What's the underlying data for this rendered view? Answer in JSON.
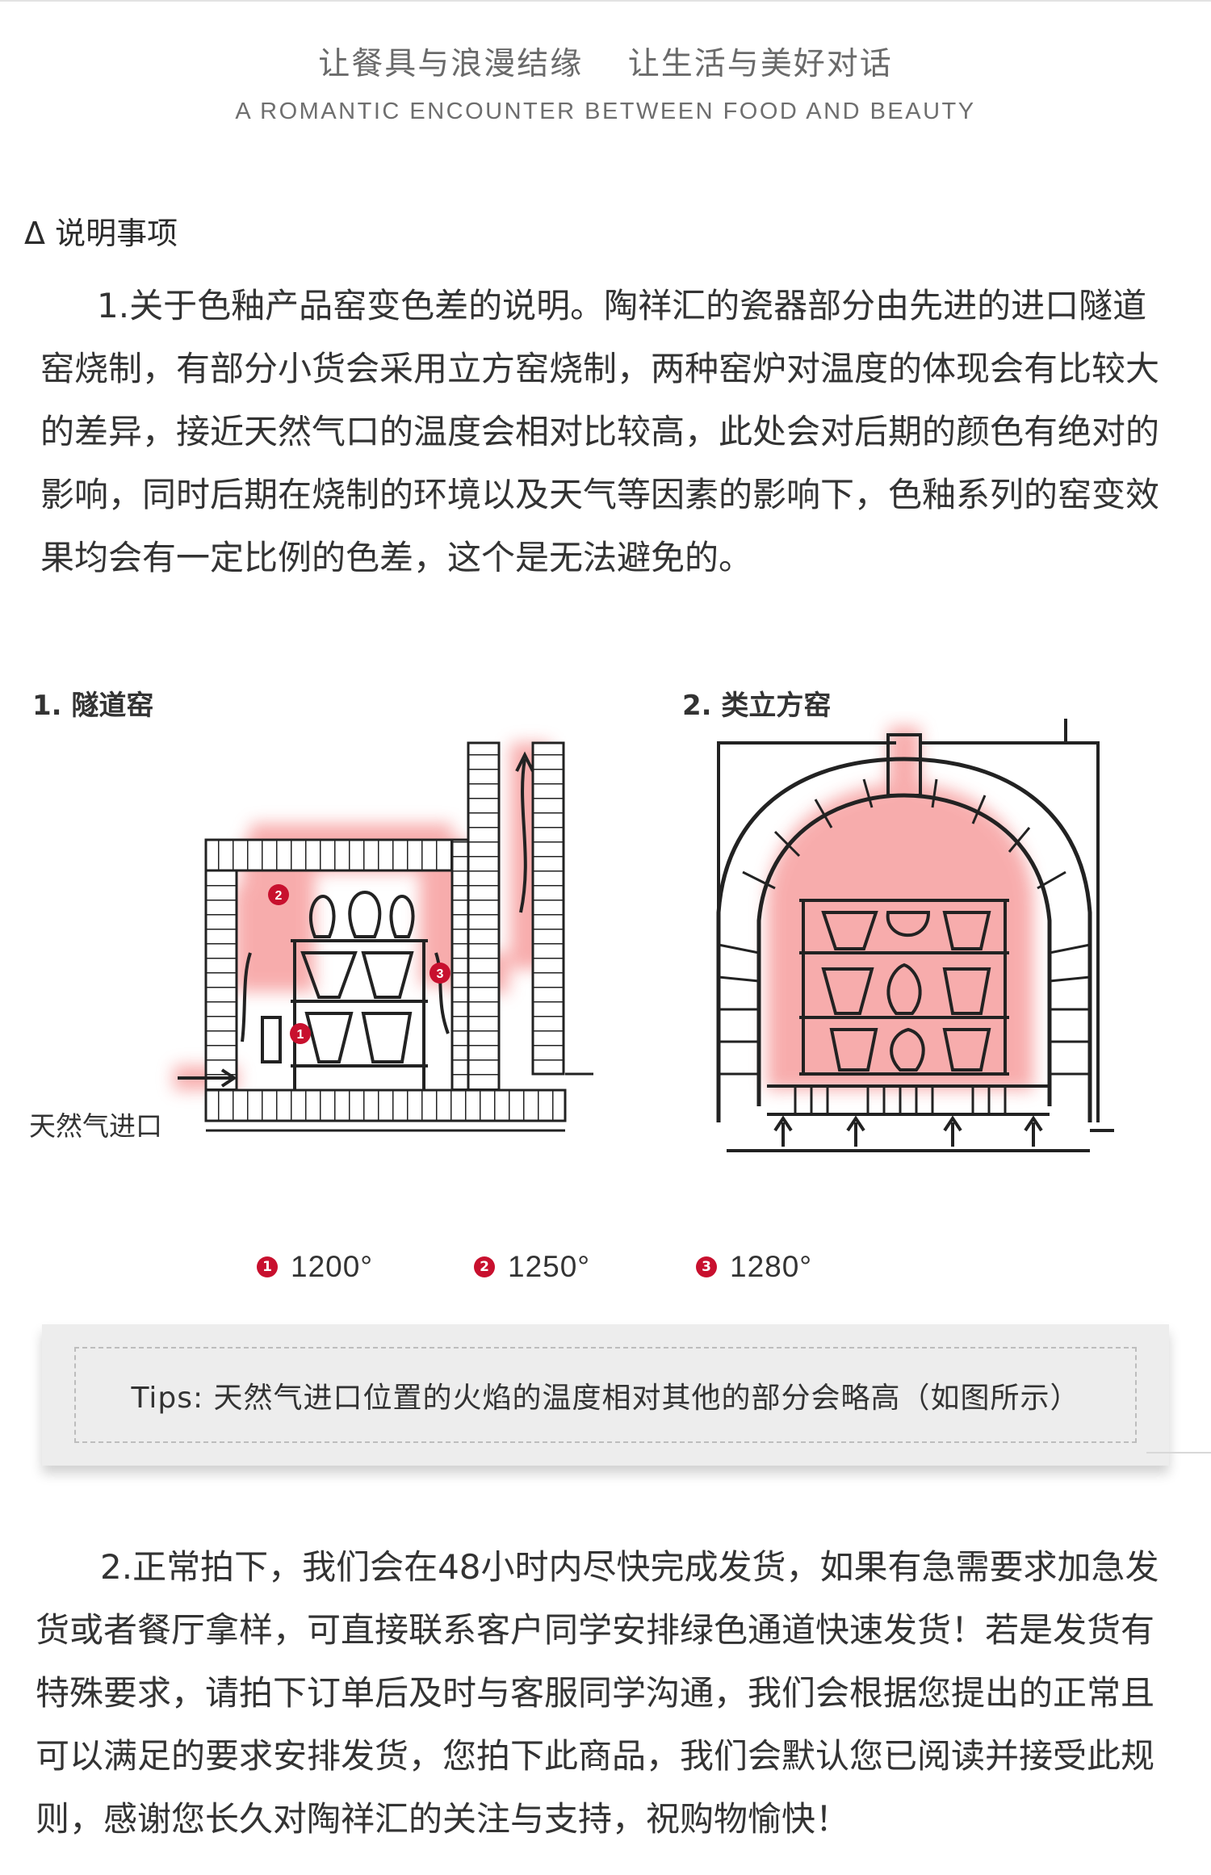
{
  "header": {
    "title_cn": "让餐具与浪漫结缘　 让生活与美好对话",
    "title_en": "A ROMANTIC ENCOUNTER BETWEEN FOOD AND BEAUTY"
  },
  "section": {
    "title": "Δ 说明事项",
    "paragraph1": "1.关于色釉产品窑变色差的说明。陶祥汇的瓷器部分由先进的进口隧道窑烧制，有部分小货会采用立方窑烧制，两种窑炉对温度的体现会有比较大的差异，接近天然气口的温度会相对比较高，此处会对后期的颜色有绝对的影响，同时后期在烧制的环境以及天气等因素的影响下，色釉系列的窑变效果均会有一定比例的色差，这个是无法避免的。"
  },
  "diagram": {
    "kiln1_label": "1. 隧道窑",
    "kiln2_label": "2. 类立方窑",
    "gas_inlet_label": "天然气进口",
    "legend": [
      {
        "num": "1",
        "temp": "1200°"
      },
      {
        "num": "2",
        "temp": "1250°"
      },
      {
        "num": "3",
        "temp": "1280°"
      }
    ],
    "accent_color": "#c8102e"
  },
  "tips": {
    "text": "Tips: 天然气进口位置的火焰的温度相对其他的部分会略高（如图所示）"
  },
  "footer": {
    "paragraph2": "2.正常拍下，我们会在48小时内尽快完成发货，如果有急需要求加急发货或者餐厅拿样，可直接联系客户同学安排绿色通道快速发货！若是发货有特殊要求，请拍下订单后及时与客服同学沟通，我们会根据您提出的正常且可以满足的要求安排发货，您拍下此商品，我们会默认您已阅读并接受此规则，感谢您长久对陶祥汇的关注与支持，祝购物愉快！"
  }
}
